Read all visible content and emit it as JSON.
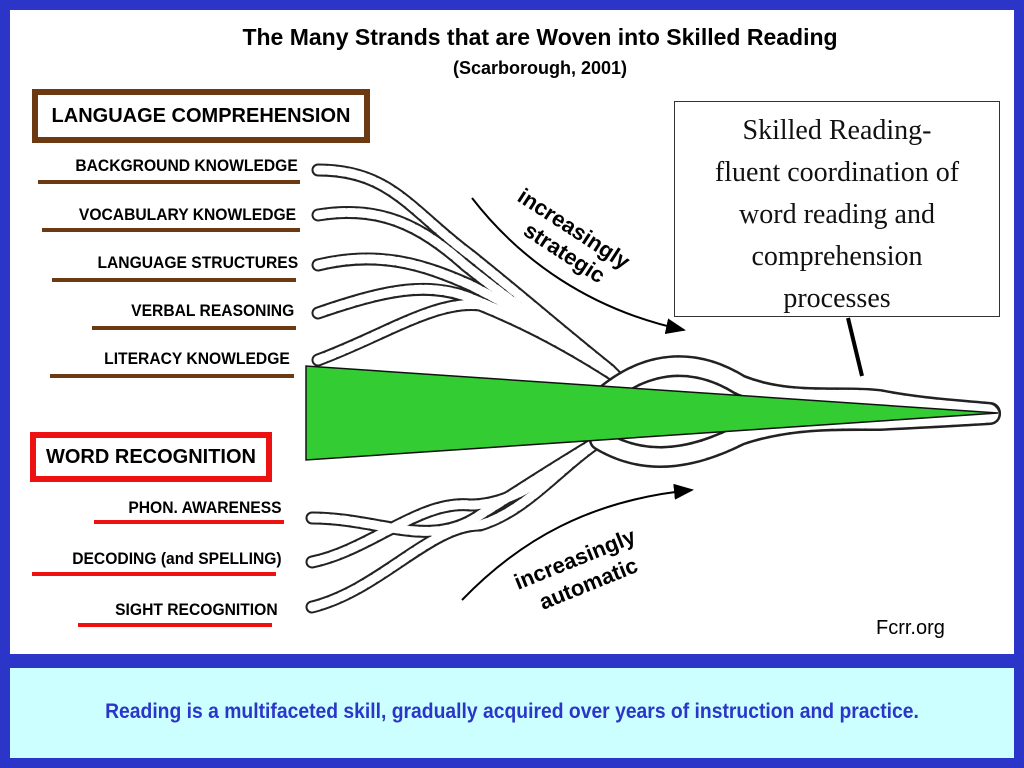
{
  "title": "The Many Strands that are Woven into Skilled Reading",
  "subtitle": "(Scarborough, 2001)",
  "language_comprehension": {
    "heading": "LANGUAGE COMPREHENSION",
    "strands": [
      "BACKGROUND KNOWLEDGE",
      "VOCABULARY KNOWLEDGE",
      "LANGUAGE STRUCTURES",
      "VERBAL REASONING",
      "LITERACY KNOWLEDGE"
    ]
  },
  "word_recognition": {
    "heading": "WORD RECOGNITION",
    "strands": [
      "PHON. AWARENESS",
      "DECODING (and SPELLING)",
      "SIGHT RECOGNITION"
    ]
  },
  "arrows": {
    "upper_line1": "increasingly",
    "upper_line2": "strategic",
    "lower_line1": "increasingly",
    "lower_line2": "automatic"
  },
  "skilled_reading": {
    "line1": "Skilled Reading-",
    "line2": "fluent coordination of",
    "line3": "word reading and",
    "line4": "comprehension",
    "line5": "processes"
  },
  "source": "Fcrr.org",
  "footer": "Reading is a multifaceted skill, gradually acquired over years of instruction and practice.",
  "colors": {
    "frame": "#2B36C9",
    "footer_band": "#CCFFFF",
    "language_border": "#6B3A12",
    "word_border": "#EE1111",
    "wedge": "#33CC33"
  }
}
